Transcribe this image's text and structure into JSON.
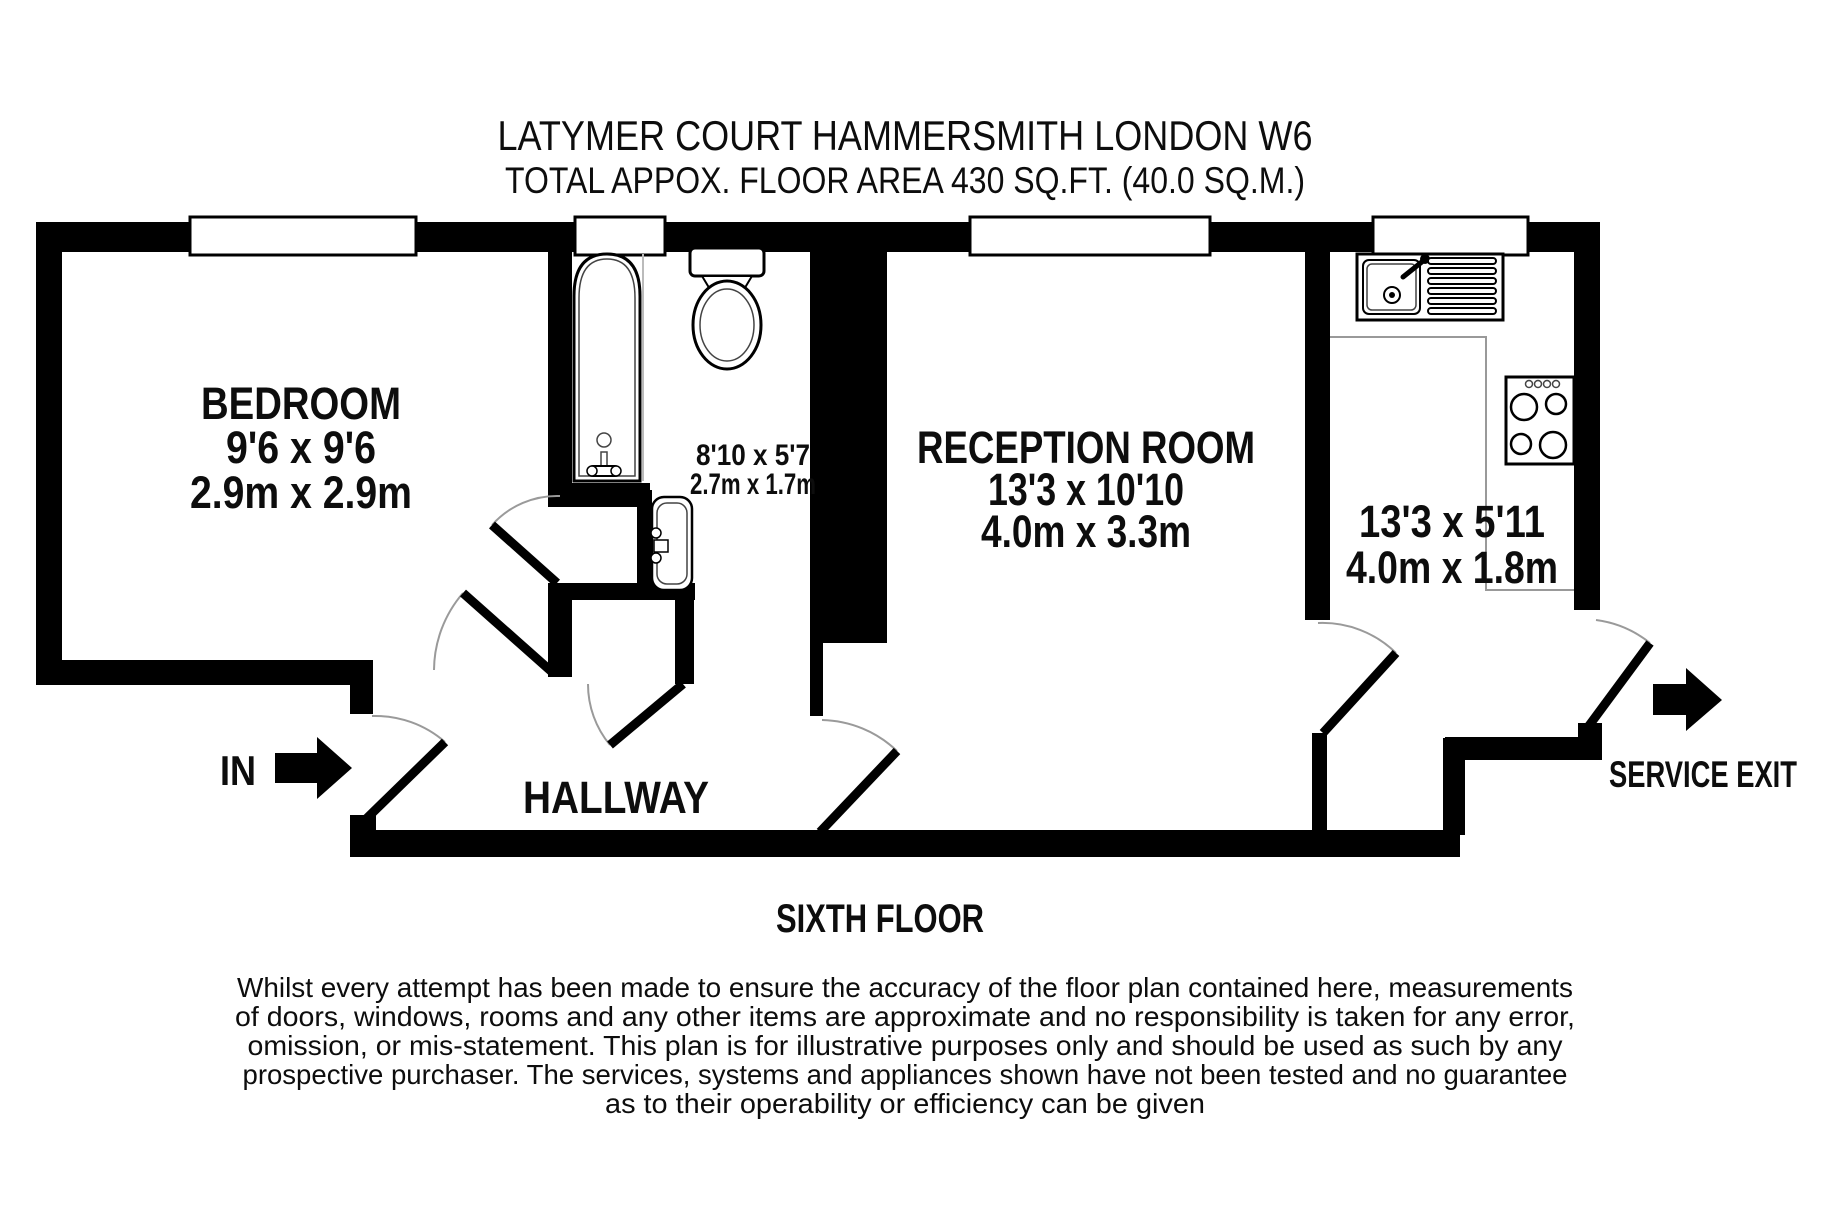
{
  "title": {
    "line1": "LATYMER COURT HAMMERSMITH LONDON W6",
    "line2": "TOTAL APPOX. FLOOR AREA 430 SQ.FT. (40.0 SQ.M.)"
  },
  "rooms": {
    "bedroom": {
      "name": "BEDROOM",
      "imperial": "9'6 x 9'6",
      "metric": "2.9m x 2.9m"
    },
    "bathroom": {
      "imperial": "8'10 x 5'7",
      "metric": "2.7m x 1.7m"
    },
    "reception": {
      "name": "RECEPTION ROOM",
      "imperial": "13'3 x 10'10",
      "metric": "4.0m x 3.3m"
    },
    "kitchen": {
      "imperial": "13'3 x 5'11",
      "metric": "4.0m x 1.8m"
    },
    "hallway": {
      "name": "HALLWAY"
    }
  },
  "annotations": {
    "entrance": "IN",
    "service_exit": "SERVICE EXIT",
    "floor": "SIXTH FLOOR"
  },
  "disclaimer": {
    "lines": [
      "Whilst every attempt has been made to ensure the accuracy of the floor plan contained here, measurements",
      "of doors, windows, rooms and any other items are approximate and no responsibility is taken for any error,",
      "omission, or mis-statement. This plan is for illustrative purposes only and should be used as such by any",
      "prospective purchaser. The services, systems and appliances shown have not been tested and no guarantee",
      "as to their operability or efficiency can be given"
    ]
  },
  "colors": {
    "wall": "#000000",
    "background": "#ffffff",
    "door_arc": "#9a9a9a",
    "counter_line": "#999999"
  }
}
